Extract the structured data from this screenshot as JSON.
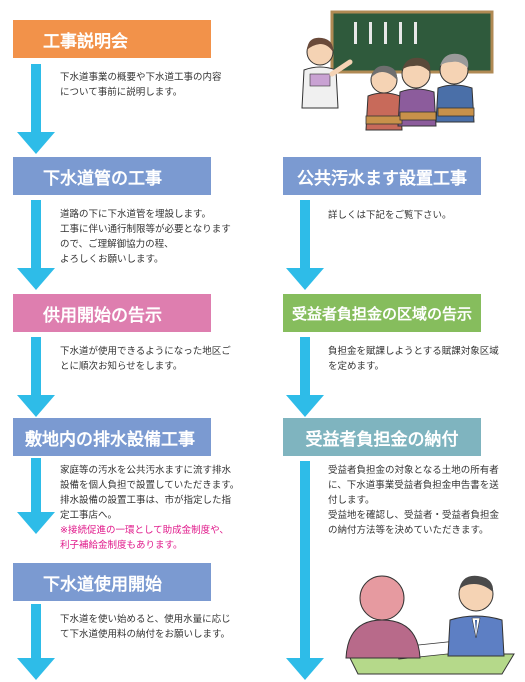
{
  "colors": {
    "orange": "#f2924a",
    "blue": "#7b9ad1",
    "pink": "#de7eaf",
    "green": "#86bd5d",
    "teal": "#7fb4bf",
    "arrow": "#2ebce8",
    "note": "#e0188a"
  },
  "left": {
    "step1": {
      "title": "工事説明会",
      "desc": [
        "下水道事業の概要や下水道工事の内容",
        "について事前に説明します。"
      ]
    },
    "step2": {
      "title": "下水道管の工事",
      "desc": [
        "道路の下に下水道管を埋設します。",
        "工事に伴い通行制限等が必要となります",
        "ので、ご理解御協力の程、",
        "よろしくお願いします。"
      ]
    },
    "step3": {
      "title": "供用開始の告示",
      "desc": [
        "下水道が使用できるようになった地区ご",
        "とに順次お知らせをします。"
      ]
    },
    "step4": {
      "title": "敷地内の排水設備工事",
      "desc": [
        "家庭等の汚水を公共汚水ますに流す排水",
        "設備を個人負担で設置していただきます。",
        "排水設備の設置工事は、市が指定した指",
        "定工事店へ。"
      ],
      "note": [
        "※接続促進の一環として助成金制度や、",
        "利子補給金制度もあります。"
      ]
    },
    "step5": {
      "title": "下水道使用開始",
      "desc": [
        "下水道を使い始めると、使用水量に応じ",
        "て下水道使用料の納付をお願いします。"
      ]
    }
  },
  "right": {
    "step1": {
      "title": "公共汚水ます設置工事",
      "desc": [
        "詳しくは下記をご覧下さい。"
      ]
    },
    "step2": {
      "title": "受益者負担金の区域の告示",
      "desc": [
        "負担金を賦課しようとする賦課対象区域",
        "を定めます。"
      ]
    },
    "step3": {
      "title": "受益者負担金の納付",
      "desc": [
        "受益者負担金の対象となる土地の所有者",
        "に、下水道事業受益者負担金申告書を送",
        "付します。",
        "受益地を確認し、受益者・受益者負担金",
        "の納付方法等を決めていただきます。"
      ]
    }
  }
}
